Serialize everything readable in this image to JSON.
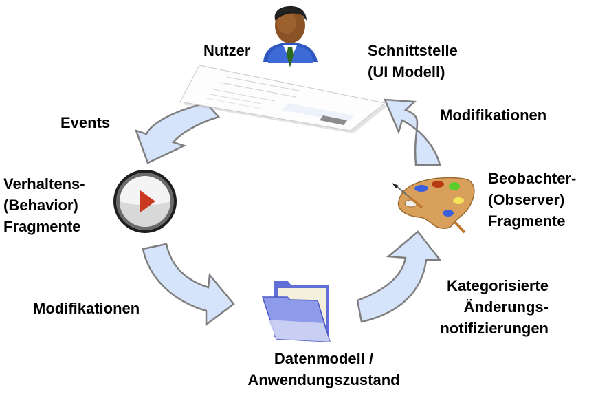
{
  "labels": {
    "user": "Nutzer",
    "interface": [
      "Schnittstelle",
      "(UI Modell)"
    ],
    "events": "Events",
    "modifications_top": "Modifikationen",
    "behavior": [
      "Verhaltens-",
      "(Behavior)",
      "Fragmente"
    ],
    "observer": [
      "Beobachter-",
      "(Observer)",
      "Fragmente"
    ],
    "modifications_bottom": "Modifikationen",
    "notifications": [
      "Kategorisierte",
      "Änderungs-",
      "notifizierungen"
    ],
    "datamodel": [
      "Datenmodell /",
      "Anwendungszustand"
    ]
  },
  "icons": {
    "user": "person-icon",
    "interface": "ui-form-icon",
    "behavior": "play-button-icon",
    "observer": "paint-palette-icon",
    "datamodel": "folder-icon"
  },
  "colors": {
    "arrow_fill": "#d6e4fb",
    "arrow_stroke": "#7f7f7f",
    "play_red": "#c9381f",
    "suit_blue": "#3a5fc8",
    "folder_blue": "#7c89e0"
  }
}
